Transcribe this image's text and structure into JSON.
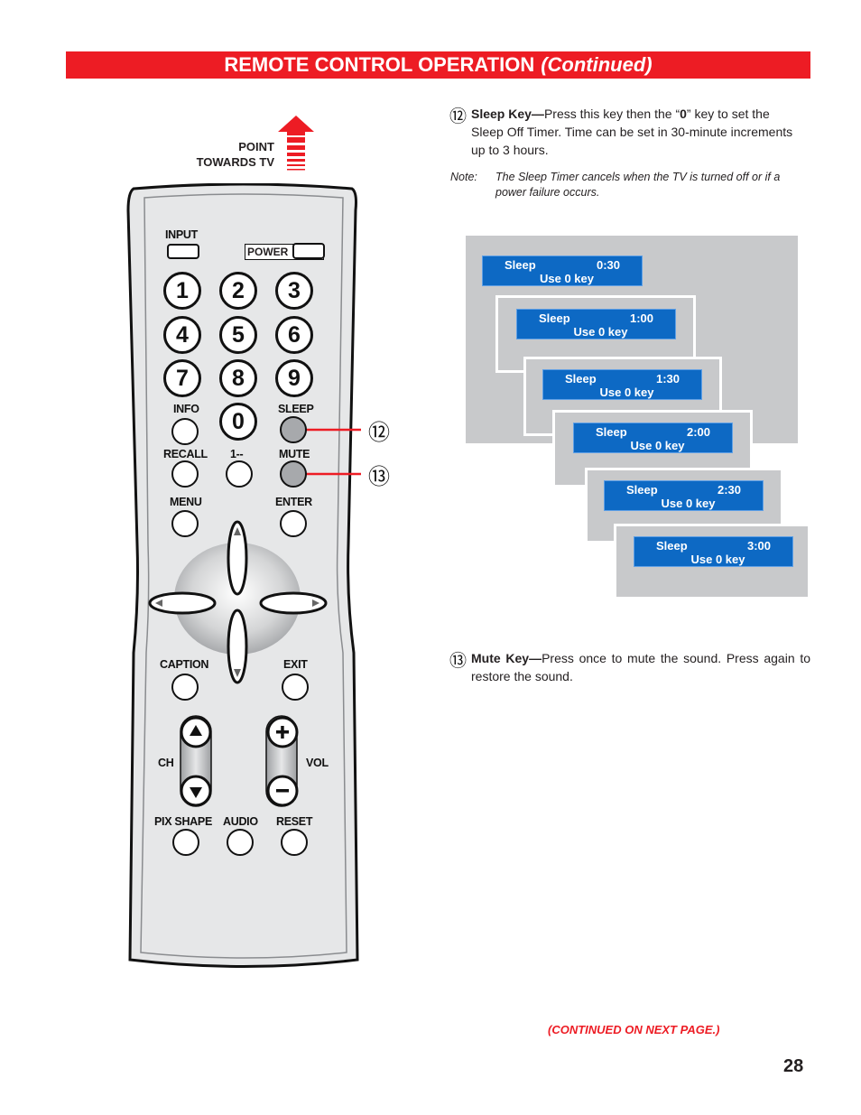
{
  "header": {
    "title": "REMOTE CONTROL OPERATION",
    "title_suffix": "(Continued)"
  },
  "remote": {
    "point_line1": "POINT",
    "point_line2": "TOWARDS TV",
    "labels": {
      "input": "INPUT",
      "power": "POWER",
      "info": "INFO",
      "sleep": "SLEEP",
      "recall": "RECALL",
      "one_dash": "1--",
      "mute": "MUTE",
      "menu": "MENU",
      "enter": "ENTER",
      "caption": "CAPTION",
      "exit": "EXIT",
      "ch": "CH",
      "vol": "VOL",
      "pix_shape": "PIX SHAPE",
      "audio": "AUDIO",
      "reset": "RESET"
    },
    "numbers": [
      "1",
      "2",
      "3",
      "4",
      "5",
      "6",
      "7",
      "8",
      "9",
      "0"
    ],
    "callouts": [
      "⑫",
      "⑬"
    ]
  },
  "sleep_key": {
    "number": "⑫",
    "title": "Sleep Key—",
    "text_a": "Press this key then the “",
    "text_key": "0",
    "text_b": "” key to set the Sleep Off Timer. Time can be set in 30-minute increments up to 3 hours.",
    "note_label": "Note:",
    "note_text": "The Sleep Timer cancels when the TV is turned off or if a power failure occurs."
  },
  "osd_screens": [
    {
      "label": "Sleep",
      "value": "0:30",
      "hint": "Use 0 key"
    },
    {
      "label": "Sleep",
      "value": "1:00",
      "hint": "Use 0 key"
    },
    {
      "label": "Sleep",
      "value": "1:30",
      "hint": "Use 0 key"
    },
    {
      "label": "Sleep",
      "value": "2:00",
      "hint": "Use 0 key"
    },
    {
      "label": "Sleep",
      "value": "2:30",
      "hint": "Use 0 key"
    },
    {
      "label": "Sleep",
      "value": "3:00",
      "hint": "Use 0 key"
    }
  ],
  "mute_key": {
    "number": "⑬",
    "title": "Mute Key—",
    "text": "Press once to mute the sound. Press again to restore the sound."
  },
  "footer": {
    "continued": "(CONTINUED ON NEXT PAGE.)",
    "page_number": "28"
  },
  "colors": {
    "accent": "#ed1c24",
    "osd_blue": "#0d69c4",
    "osd_gray": "#c8c9cb"
  }
}
